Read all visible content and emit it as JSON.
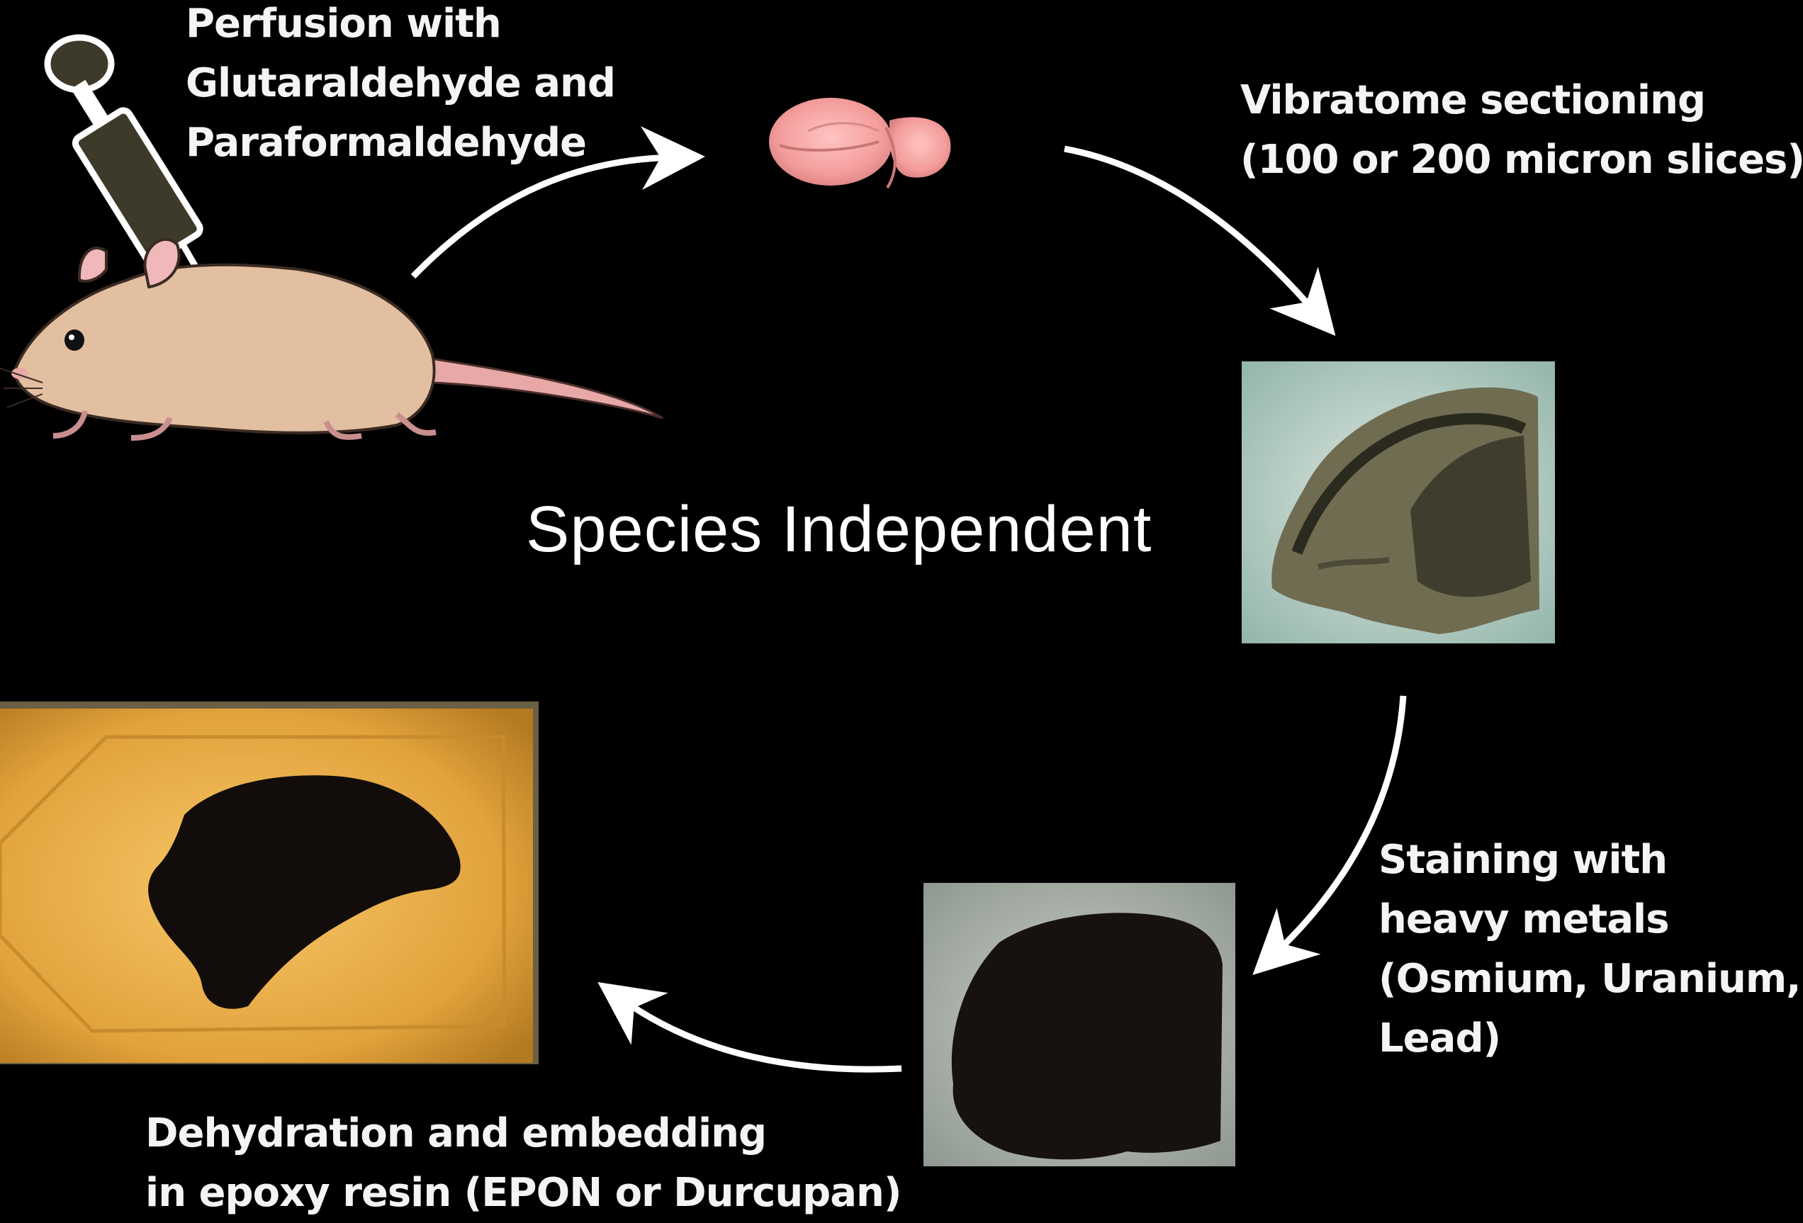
{
  "center_title": "Species Independent",
  "steps": {
    "perfusion": {
      "lines": [
        "Perfusion with",
        "Glutaraldehyde and",
        "Paraformaldehyde"
      ]
    },
    "sectioning": {
      "lines": [
        "Vibratome sectioning",
        "(100 or 200 micron slices)"
      ]
    },
    "staining": {
      "lines": [
        "Staining with",
        "heavy metals",
        "(Osmium, Uranium,",
        "Lead)"
      ]
    },
    "embedding": {
      "lines": [
        "Dehydration and embedding",
        "in epoxy resin (EPON or Durcupan)"
      ]
    }
  },
  "colors": {
    "background": "#000000",
    "arrow": "#ffffff",
    "mouse_fur": "#e2bfa0",
    "mouse_pink": "#e9a8a8",
    "brain": "#f2a0a0",
    "syringe": "#3d3a2a",
    "slice_bg": "#bcd0c8",
    "tissue_gray": "#5f5d48",
    "stained_tissue": "#17120f",
    "resin": "#e8a640"
  },
  "icons": [
    "syringe-icon",
    "mouse-icon",
    "brain-icon",
    "brain-slice-image",
    "stained-slice-image",
    "resin-block-image"
  ]
}
